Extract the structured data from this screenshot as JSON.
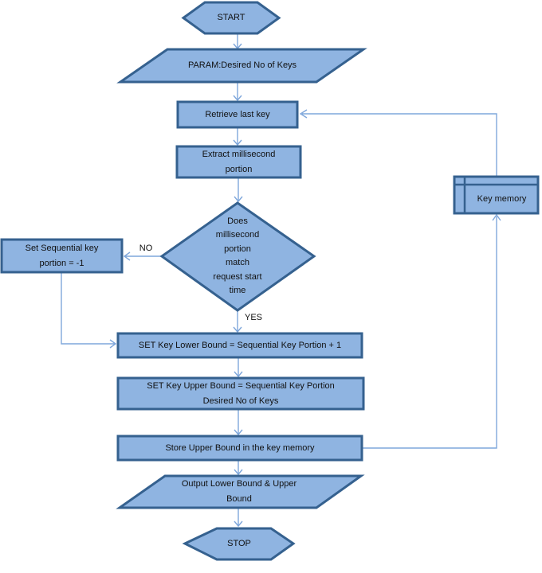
{
  "diagram": {
    "type": "flowchart",
    "nodes": {
      "start": {
        "shape": "hexagon-terminator",
        "lines": [
          "START"
        ]
      },
      "param": {
        "shape": "parallelogram-io",
        "lines": [
          "PARAM:Desired No of Keys"
        ]
      },
      "retrieve": {
        "shape": "process-rect",
        "lines": [
          "Retrieve last key"
        ]
      },
      "extract": {
        "shape": "process-rect",
        "lines": [
          "Extract millisecond",
          "portion"
        ]
      },
      "decision": {
        "shape": "diamond-decision",
        "lines": [
          "Does",
          "millisecond",
          "portion",
          "match",
          "request start",
          "time"
        ]
      },
      "set_seq": {
        "shape": "process-rect",
        "lines": [
          "Set Sequential key",
          "portion = -1"
        ]
      },
      "lower": {
        "shape": "process-rect",
        "lines": [
          "SET Key Lower Bound = Sequential Key Portion  + 1"
        ]
      },
      "upper": {
        "shape": "process-rect",
        "lines": [
          "SET Key Upper Bound = Sequential Key Portion",
          "Desired No of Keys"
        ]
      },
      "store": {
        "shape": "process-rect",
        "lines": [
          "Store Upper Bound in the key memory"
        ]
      },
      "key_memory": {
        "shape": "internal-storage",
        "lines": [
          "Key memory"
        ]
      },
      "output": {
        "shape": "parallelogram-io",
        "lines": [
          "Output Lower Bound & Upper",
          "Bound"
        ]
      },
      "stop": {
        "shape": "hexagon-terminator",
        "lines": [
          "STOP"
        ]
      }
    },
    "edge_labels": {
      "yes": "YES",
      "no": "NO"
    },
    "edges": [
      {
        "from": "start",
        "to": "param"
      },
      {
        "from": "param",
        "to": "retrieve"
      },
      {
        "from": "retrieve",
        "to": "extract"
      },
      {
        "from": "extract",
        "to": "decision"
      },
      {
        "from": "decision",
        "to": "set_seq",
        "label": "NO"
      },
      {
        "from": "decision",
        "to": "lower",
        "label": "YES"
      },
      {
        "from": "set_seq",
        "to": "lower"
      },
      {
        "from": "lower",
        "to": "upper"
      },
      {
        "from": "upper",
        "to": "store"
      },
      {
        "from": "store",
        "to": "key_memory"
      },
      {
        "from": "store",
        "to": "output"
      },
      {
        "from": "key_memory",
        "to": "retrieve"
      },
      {
        "from": "output",
        "to": "stop"
      }
    ],
    "colors": {
      "node_fill": "#8fb4e1",
      "node_border": "#35618f",
      "connector": "#7fa7db",
      "text": "#111111",
      "background": "#ffffff"
    }
  }
}
